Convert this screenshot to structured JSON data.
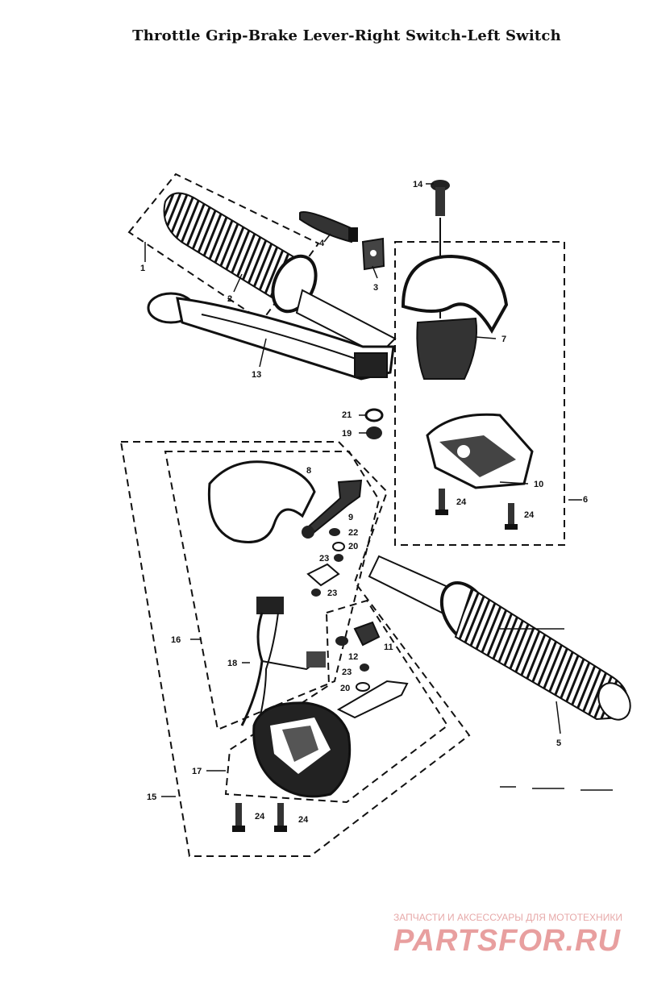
{
  "title": "Throttle Grip-Brake Lever-Right Switch-Left Switch",
  "watermark": {
    "line1": "ЗАПЧАСТИ И АКСЕССУАРЫ ДЛЯ МОТОТЕХНИКИ",
    "line2": "PARTSFOR.RU",
    "color": "#e89f9f"
  },
  "callouts": {
    "p1": "1",
    "p2": "2",
    "p3": "3",
    "p4": "4",
    "p5": "5",
    "p6": "6",
    "p7": "7",
    "p8": "8",
    "p9": "9",
    "p10": "10",
    "p11": "11",
    "p12": "12",
    "p13": "13",
    "p14": "14",
    "p15": "15",
    "p16": "16",
    "p17": "17",
    "p18": "18",
    "p19": "19",
    "p20a": "20",
    "p20b": "20",
    "p21": "21",
    "p22": "22",
    "p23a": "23",
    "p23b": "23",
    "p23c": "23",
    "p24a": "24",
    "p24b": "24",
    "p24c": "24",
    "p24d": "24"
  }
}
